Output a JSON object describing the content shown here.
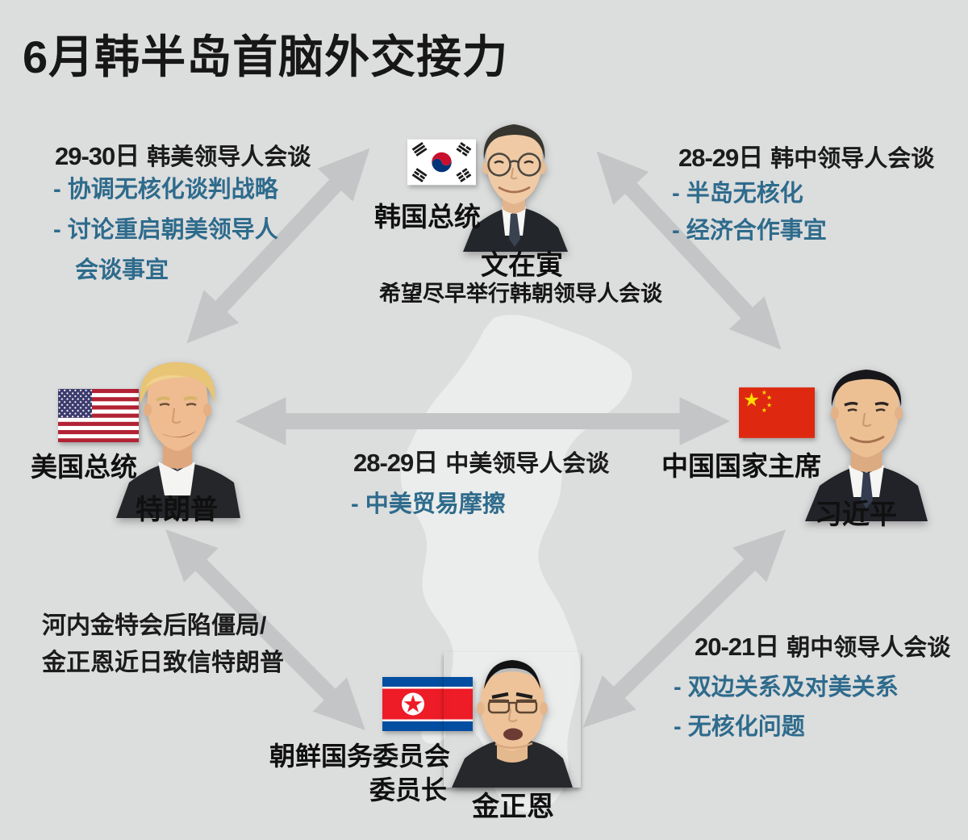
{
  "title": "6月韩半岛首脑外交接力",
  "colors": {
    "background": "#dcdddd",
    "map_silhouette": "#ebedec",
    "arrow": "#c3c5c6",
    "heading_text": "#1b1b1b",
    "bullet_blue": "#2e6b8c"
  },
  "leaders": {
    "moon": {
      "role": "韩国总统",
      "name": "文在寅",
      "note": "希望尽早举行韩朝领导人会谈",
      "flag": "south-korea"
    },
    "trump": {
      "role": "美国总统",
      "name": "特朗普",
      "flag": "united-states"
    },
    "xi": {
      "role": "中国国家主席",
      "name": "习近平",
      "flag": "china"
    },
    "kim": {
      "role_line1": "朝鲜国务委员会",
      "role_line2": "委员长",
      "name": "金正恩",
      "flag": "north-korea"
    }
  },
  "annotations": {
    "korea_us_summit": {
      "date": "29-30日",
      "title": "韩美领导人会谈",
      "lines": [
        "- 协调无核化谈判战略",
        "- 讨论重启朝美领导人",
        "会谈事宜"
      ]
    },
    "korea_china_summit": {
      "date": "28-29日",
      "title": "韩中领导人会谈",
      "lines": [
        "- 半岛无核化",
        "- 经济合作事宜"
      ]
    },
    "china_us_summit": {
      "date": "28-29日",
      "title": "中美领导人会谈",
      "lines": [
        "- 中美贸易摩擦"
      ]
    },
    "nk_china_summit": {
      "date": "20-21日",
      "title": "朝中领导人会谈",
      "lines": [
        "- 双边关系及对美关系",
        "- 无核化问题"
      ]
    },
    "nk_us_note": {
      "lines": [
        "河内金特会后陷僵局/",
        "金正恩近日致信特朗普"
      ]
    }
  }
}
